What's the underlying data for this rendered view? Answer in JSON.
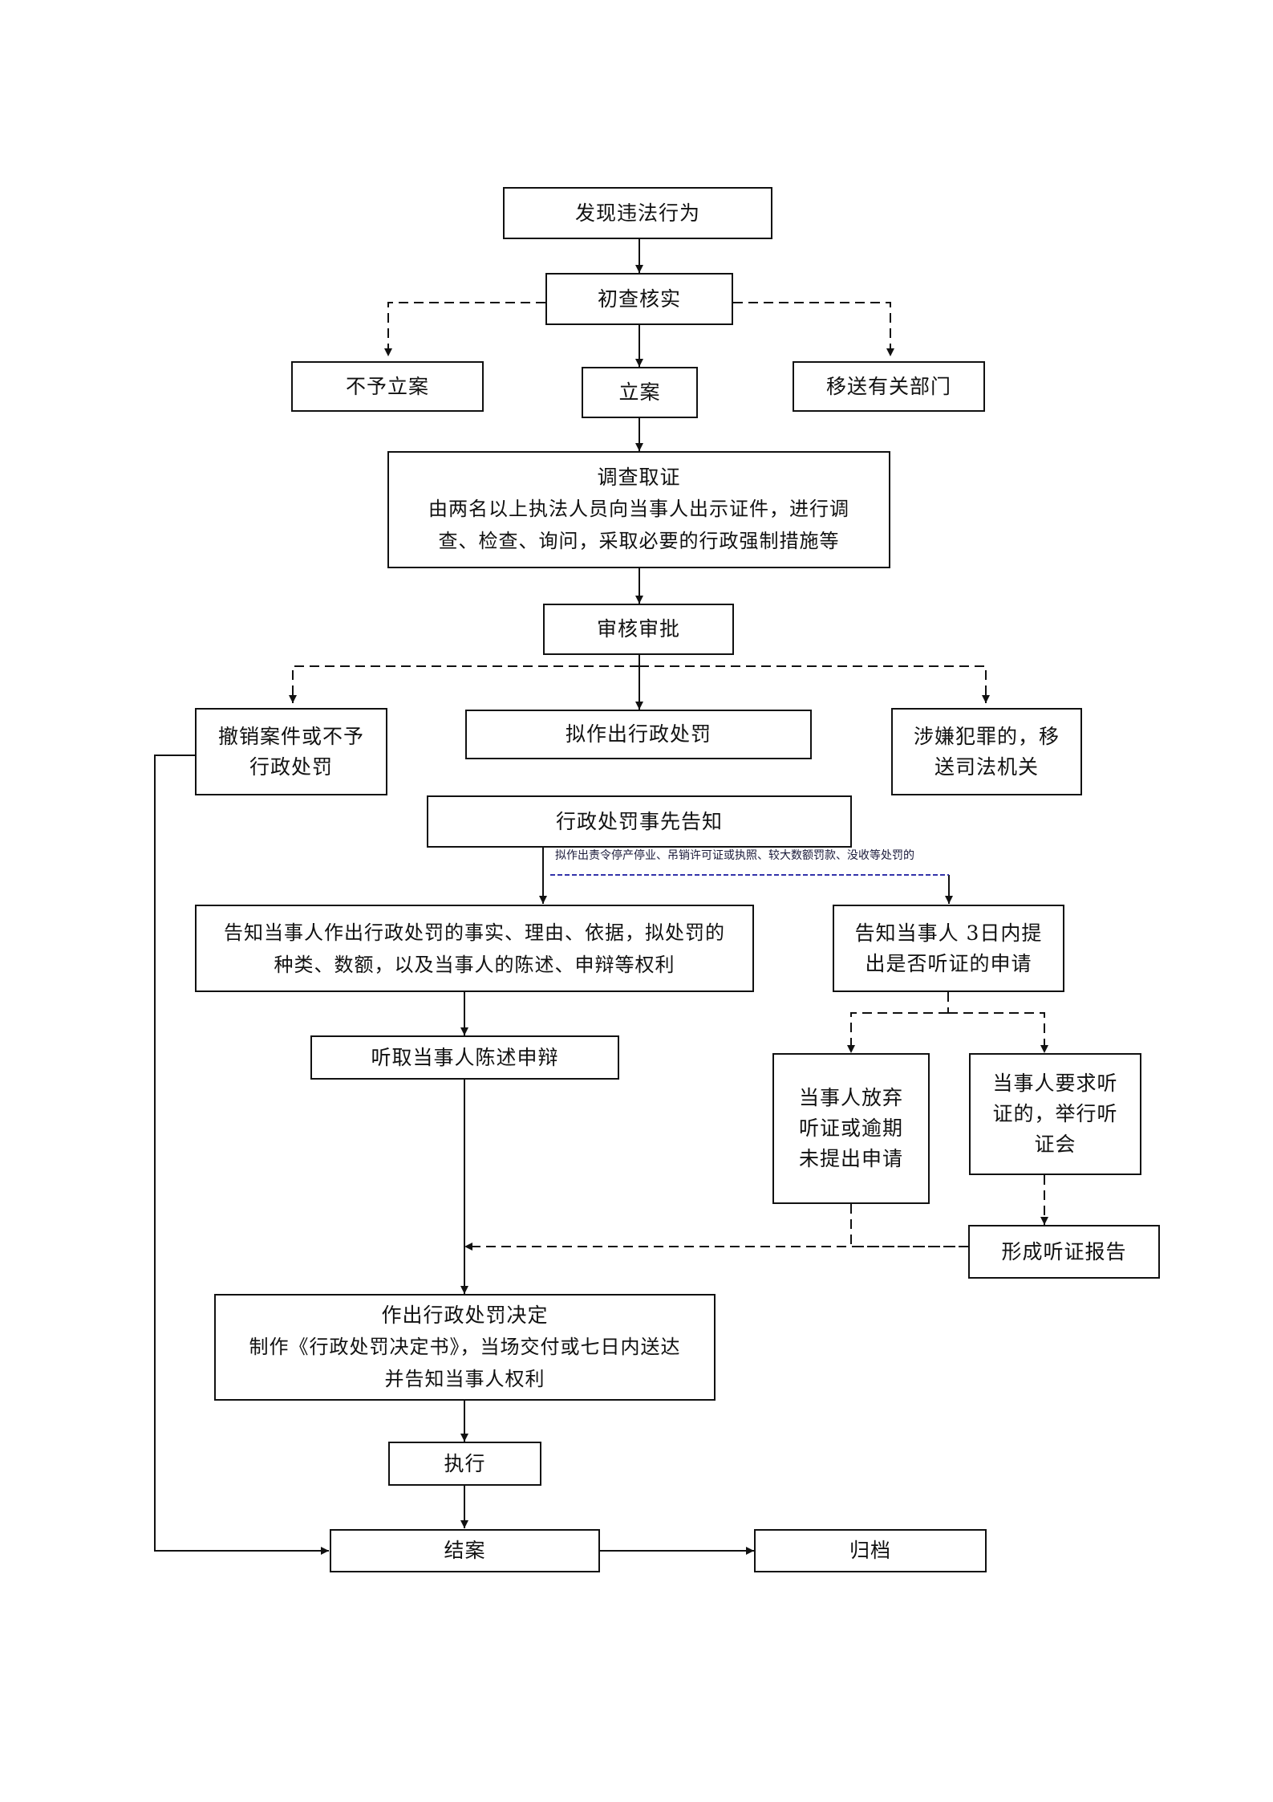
{
  "nodes": {
    "discover": "发现违法行为",
    "preliminary_check": "初查核实",
    "no_case": "不予立案",
    "file_case": "立案",
    "transfer_dept": "移送有关部门",
    "investigate": {
      "title": "调查取证",
      "line1": "由两名以上执法人员向当事人出示证件，进行调",
      "line2": "查、检查、询问，采取必要的行政强制措施等"
    },
    "review": "审核审批",
    "revoke": {
      "line1": "撤销案件或不予",
      "line2": "行政处罚"
    },
    "intend_penalty": "拟作出行政处罚",
    "criminal": {
      "line1": "涉嫌犯罪的，移",
      "line2": "送司法机关"
    },
    "prior_notice": "行政处罚事先告知",
    "hearing_note": "拟作出责令停产停业、吊销许可证或执照、较大数额罚款、没收等处罚的",
    "notify_facts": {
      "line1": "告知当事人作出行政处罚的事实、理由、依据，拟处罚的",
      "line2": "种类、数额，以及当事人的陈述、申辩等权利"
    },
    "notify_hearing": {
      "line1": "告知当事人 3日内提",
      "line2": "出是否听证的申请"
    },
    "listen": "听取当事人陈述申辩",
    "waive": {
      "line1": "当事人放弃",
      "line2": "听证或逾期",
      "line3": "未提出申请"
    },
    "request_hearing": {
      "line1": "当事人要求听",
      "line2": "证的，举行听",
      "line3": "证会"
    },
    "hearing_report": "形成听证报告",
    "decision": {
      "title": "作出行政处罚决定",
      "line1": "制作《行政处罚决定书》，当场交付或七日内送达",
      "line2": "并告知当事人权利"
    },
    "execute": "执行",
    "close_case": "结案",
    "archive": "归档"
  }
}
